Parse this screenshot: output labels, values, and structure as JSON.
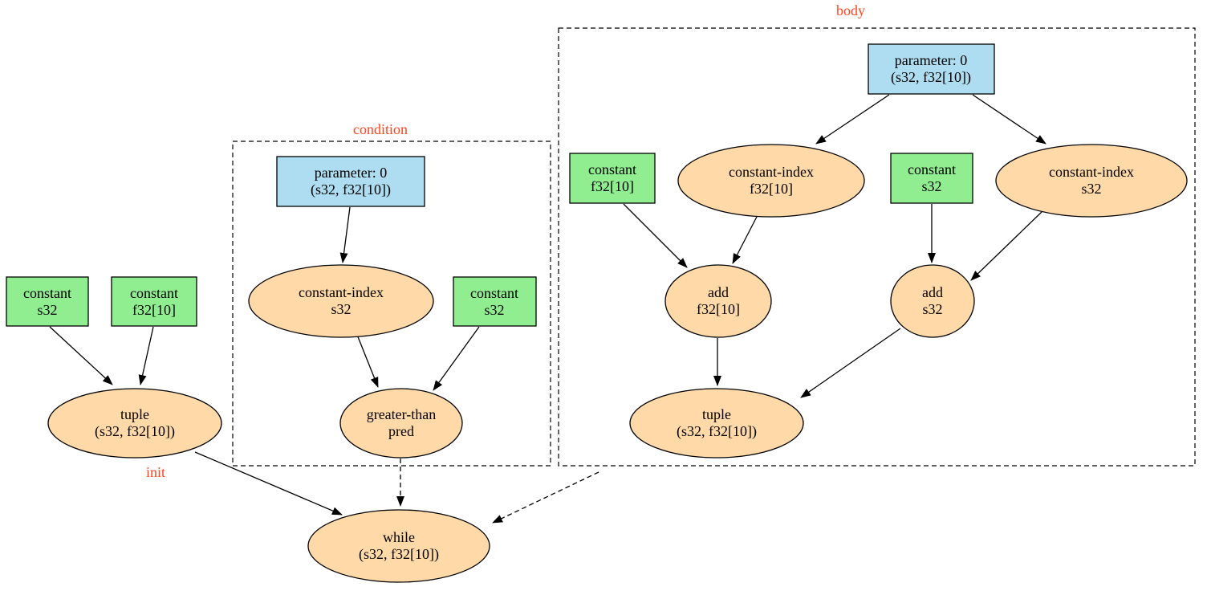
{
  "colors": {
    "constant_fill": "#90ee90",
    "parameter_fill": "#aedcf0",
    "op_fill": "#ffd9a8",
    "cluster_label": "#ff4420",
    "edge": "#000000",
    "background": "#ffffff"
  },
  "clusters": {
    "init": {
      "label": "init"
    },
    "condition": {
      "label": "condition"
    },
    "body": {
      "label": "body"
    }
  },
  "nodes": {
    "init_constant_s32": {
      "kind": "constant",
      "shape": "box",
      "line1": "constant",
      "line2": "s32"
    },
    "init_constant_f32": {
      "kind": "constant",
      "shape": "box",
      "line1": "constant",
      "line2": "f32[10]"
    },
    "init_tuple": {
      "kind": "op",
      "shape": "ellipse",
      "line1": "tuple",
      "line2": "(s32, f32[10])"
    },
    "cond_parameter": {
      "kind": "parameter",
      "shape": "box",
      "line1": "parameter: 0",
      "line2": "(s32, f32[10])"
    },
    "cond_constant_index": {
      "kind": "op",
      "shape": "ellipse",
      "line1": "constant-index",
      "line2": "s32"
    },
    "cond_constant_s32": {
      "kind": "constant",
      "shape": "box",
      "line1": "constant",
      "line2": "s32"
    },
    "cond_greater_than": {
      "kind": "op",
      "shape": "ellipse",
      "line1": "greater-than",
      "line2": "pred"
    },
    "body_parameter": {
      "kind": "parameter",
      "shape": "box",
      "line1": "parameter: 0",
      "line2": "(s32, f32[10])"
    },
    "body_constant_f32": {
      "kind": "constant",
      "shape": "box",
      "line1": "constant",
      "line2": "f32[10]"
    },
    "body_constant_index_f32": {
      "kind": "op",
      "shape": "ellipse",
      "line1": "constant-index",
      "line2": "f32[10]"
    },
    "body_constant_s32": {
      "kind": "constant",
      "shape": "box",
      "line1": "constant",
      "line2": "s32"
    },
    "body_constant_index_s32": {
      "kind": "op",
      "shape": "ellipse",
      "line1": "constant-index",
      "line2": "s32"
    },
    "body_add_f32": {
      "kind": "op",
      "shape": "ellipse",
      "line1": "add",
      "line2": "f32[10]"
    },
    "body_add_s32": {
      "kind": "op",
      "shape": "ellipse",
      "line1": "add",
      "line2": "s32"
    },
    "body_tuple": {
      "kind": "op",
      "shape": "ellipse",
      "line1": "tuple",
      "line2": "(s32, f32[10])"
    },
    "while_node": {
      "kind": "op",
      "shape": "ellipse",
      "line1": "while",
      "line2": "(s32, f32[10])"
    }
  },
  "edges": [
    {
      "from": "init_constant_s32",
      "to": "init_tuple",
      "style": "solid"
    },
    {
      "from": "init_constant_f32",
      "to": "init_tuple",
      "style": "solid"
    },
    {
      "from": "cond_parameter",
      "to": "cond_constant_index",
      "style": "solid"
    },
    {
      "from": "cond_constant_index",
      "to": "cond_greater_than",
      "style": "solid"
    },
    {
      "from": "cond_constant_s32",
      "to": "cond_greater_than",
      "style": "solid"
    },
    {
      "from": "body_parameter",
      "to": "body_constant_index_f32",
      "style": "solid"
    },
    {
      "from": "body_parameter",
      "to": "body_constant_index_s32",
      "style": "solid"
    },
    {
      "from": "body_constant_f32",
      "to": "body_add_f32",
      "style": "solid"
    },
    {
      "from": "body_constant_index_f32",
      "to": "body_add_f32",
      "style": "solid"
    },
    {
      "from": "body_constant_s32",
      "to": "body_add_s32",
      "style": "solid"
    },
    {
      "from": "body_constant_index_s32",
      "to": "body_add_s32",
      "style": "solid"
    },
    {
      "from": "body_add_f32",
      "to": "body_tuple",
      "style": "solid"
    },
    {
      "from": "body_add_s32",
      "to": "body_tuple",
      "style": "solid"
    },
    {
      "from": "init_tuple",
      "to": "while_node",
      "style": "solid"
    },
    {
      "from": "cluster_condition",
      "to": "while_node",
      "style": "dashed"
    },
    {
      "from": "cluster_body",
      "to": "while_node",
      "style": "dashed"
    }
  ]
}
